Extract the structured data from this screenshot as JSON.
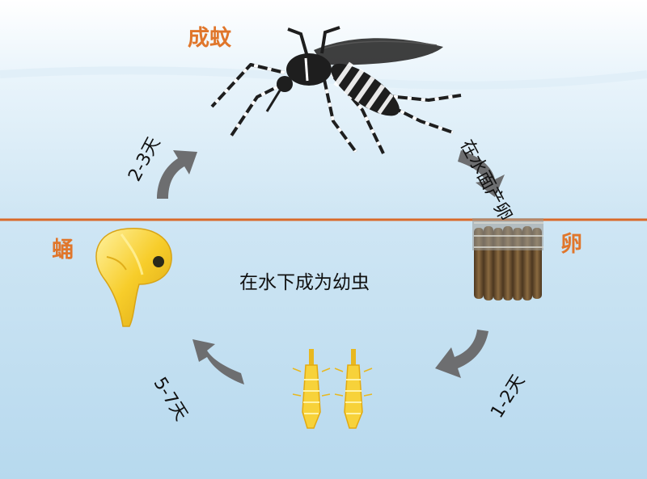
{
  "labels": {
    "adult": "成蚊",
    "egg": "卵",
    "pupa": "蛹",
    "lay_eggs": "在水面产卵",
    "larva_stage": "在水下成为幼虫",
    "egg_to_larva": "1-2天",
    "larva_to_pupa": "5-7天",
    "pupa_to_adult": "2-3天"
  },
  "colors": {
    "stage_label": "#e0762b",
    "water_line": "#d96a2a",
    "arrow": "#6d6e70",
    "water_top": "#d3e9f5",
    "water_bottom": "#b6d8ee",
    "sky": "#ffffff",
    "larva": "#f7d23a",
    "pupa": "#f7cd2a",
    "egg": "#6b4f2e",
    "mosquito": "#1e1e1e"
  },
  "icons": [
    "mosquito-icon",
    "egg-raft-icon",
    "larva-icon",
    "pupa-icon",
    "arrow-icon"
  ]
}
